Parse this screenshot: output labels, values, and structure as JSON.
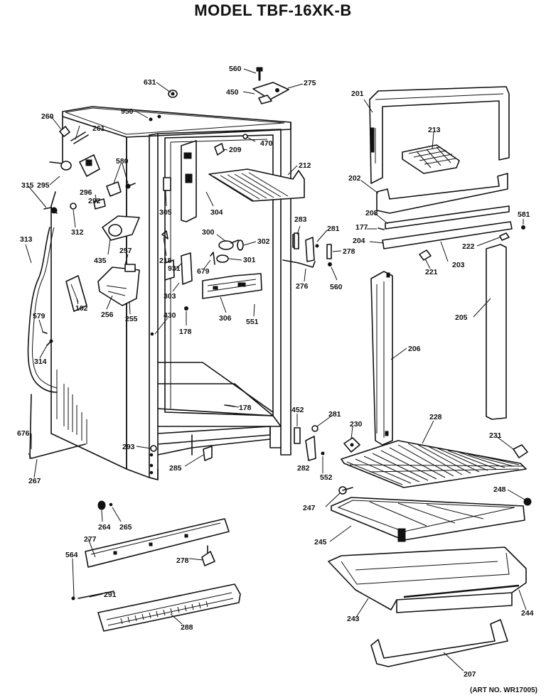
{
  "title": "MODEL TBF-16XK-B",
  "art_number": "(ART NO. WR17005)",
  "parts": [
    "560",
    "631",
    "450",
    "275",
    "950",
    "470",
    "260",
    "261",
    "209",
    "212",
    "580",
    "295",
    "296",
    "305",
    "304",
    "315",
    "292",
    "312",
    "283",
    "281",
    "278",
    "300",
    "302",
    "218",
    "301",
    "313",
    "435",
    "257",
    "679",
    "931",
    "276",
    "560",
    "303",
    "306",
    "551",
    "102",
    "256",
    "255",
    "430",
    "178",
    "579",
    "314",
    "178",
    "201",
    "213",
    "202",
    "208",
    "581",
    "177",
    "204",
    "222",
    "221",
    "203",
    "205",
    "206",
    "452",
    "281",
    "230",
    "228",
    "231",
    "676",
    "293",
    "282",
    "552",
    "285",
    "267",
    "248",
    "247",
    "264",
    "265",
    "245",
    "277",
    "564",
    "278",
    "243",
    "244",
    "291",
    "288",
    "207"
  ]
}
